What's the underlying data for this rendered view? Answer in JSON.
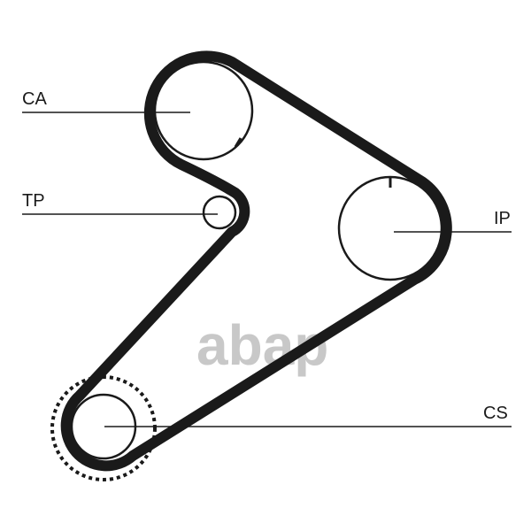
{
  "labels": {
    "ca": "CA",
    "tp": "TP",
    "ip": "IP",
    "cs": "CS"
  },
  "watermark": "abap",
  "colors": {
    "belt": "#1a1a1a",
    "watermark": "#c8c8c8"
  }
}
